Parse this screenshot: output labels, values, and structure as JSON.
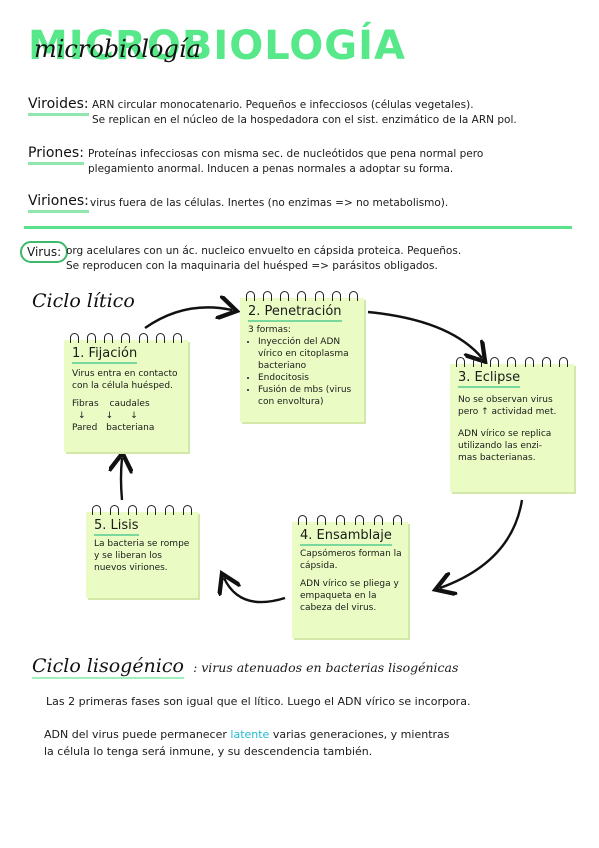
{
  "title": {
    "big": "MICROBIOLOGÍA",
    "small": "microbiología"
  },
  "definitions": [
    {
      "term": "Viroides:",
      "lines": [
        "ARN circular monocatenario. Pequeños e infecciosos (células vegetales).",
        "Se replican en el núcleo de la hospedadora con el sist. enzimático de la ARN pol."
      ]
    },
    {
      "term": "Priones:",
      "lines": [
        "Proteínas infecciosas con misma sec. de nucleótidos que pena normal pero",
        "plegamiento anormal. Inducen a penas normales a adoptar su forma."
      ]
    },
    {
      "term": "Viriones:",
      "lines": [
        "virus fuera de las células. Inertes (no enzimas => no metabolismo)."
      ]
    }
  ],
  "virus": {
    "term": "Virus:",
    "lines": [
      "org acelulares con un ác. nucleico envuelto en cápsida proteica. Pequeños.",
      "Se reproducen con la maquinaria del huésped => parásitos obligados."
    ]
  },
  "lytic": {
    "title": "Ciclo lítico",
    "fijacion": {
      "title": "1. Fijación",
      "lines": [
        "Virus entra en contacto",
        "con la célula huésped."
      ],
      "labels": [
        "Fibras",
        "caudales",
        "Pared",
        "bacteriana"
      ]
    },
    "penetracion": {
      "title": "2. Penetración",
      "intro": "3 formas:",
      "items": [
        "Inyección del ADN vírico en citoplasma bacteriano",
        "Endocitosis",
        "Fusión de mbs (virus con envoltura)"
      ]
    },
    "eclipse": {
      "title": "3. Eclipse",
      "lines": [
        "No se observan virus",
        "pero ↑ actividad met.",
        "ADN vírico se replica",
        "utilizando las enzi-",
        "mas bacterianas."
      ]
    },
    "ensamblaje": {
      "title": "4. Ensamblaje",
      "lines": [
        "Capsómeros forman la",
        "cápsida.",
        "ADN vírico se pliega y",
        "empaqueta en la",
        "cabeza del virus."
      ]
    },
    "lisis": {
      "title": "5. Lisis",
      "lines": [
        "La bacteria se rompe",
        "y se liberan los",
        "nuevos viriones."
      ]
    }
  },
  "lysogenic": {
    "title": "Ciclo lisogénico",
    "subtitle": ": virus atenuados en bacterias lisogénicas",
    "line1": "Las 2 primeras fases son igual que el lítico. Luego el ADN vírico se incorpora.",
    "line2_a": "ADN del virus puede permanecer ",
    "line2_hl": "latente",
    "line2_b": " varias generaciones, y mientras",
    "line3": "la célula lo tenga será inmune, y su descendencia también."
  },
  "colors": {
    "accent": "#57e88a",
    "note": "#eafcc4",
    "highlight": "#22b9d0"
  }
}
